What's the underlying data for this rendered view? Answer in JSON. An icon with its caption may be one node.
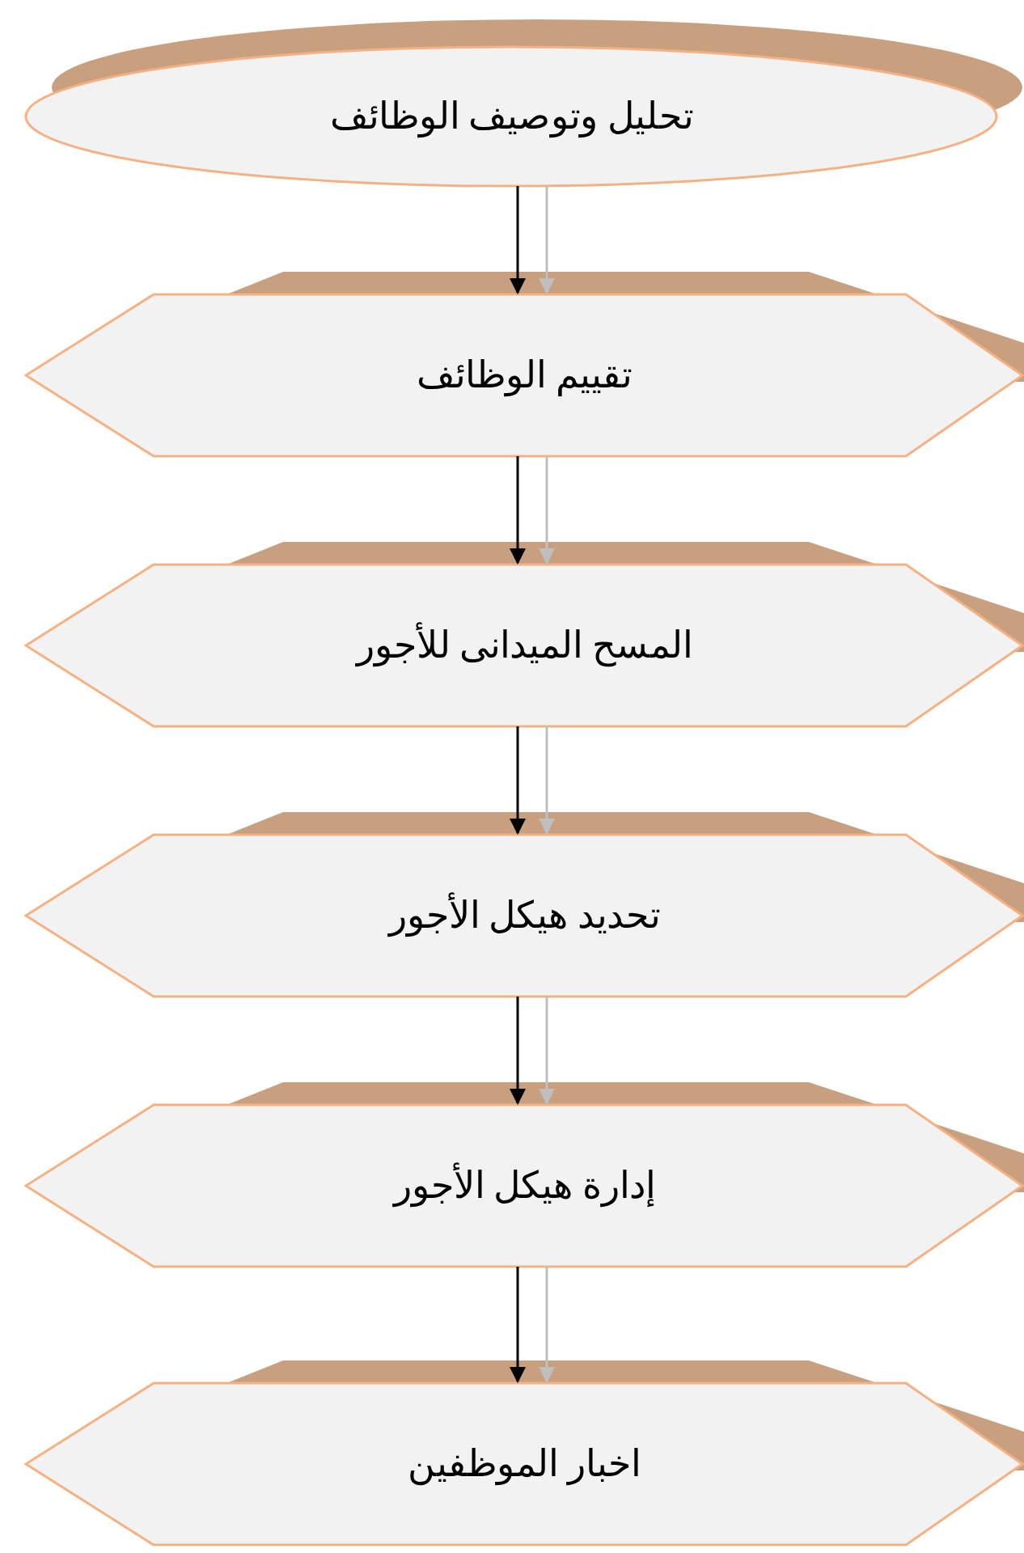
{
  "diagram": {
    "nodes": [
      {
        "text": [
          "تحليل وتوصيف الوظائف"
        ]
      },
      {
        "text": [
          "تقييم الوظائف"
        ]
      },
      {
        "text": [
          "المسح الميدانى للأجور"
        ]
      },
      {
        "text": [
          "تحديد هيكل الأجور"
        ]
      },
      {
        "text": [
          "إدارة هيكل الأجور"
        ]
      },
      {
        "text": [
          "اخبار الموظفين"
        ]
      }
    ],
    "edges": [
      {
        "from": 0,
        "to": 1,
        "arrow": "to"
      },
      {
        "from": 0,
        "to": 1,
        "arrow": "to",
        "color": "#bfbfbf"
      },
      {
        "from": 1,
        "to": 2,
        "arrow": "to"
      },
      {
        "from": 1,
        "to": 2,
        "arrow": "to",
        "color": "#bfbfbf"
      },
      {
        "from": 2,
        "to": 3,
        "arrow": "to"
      },
      {
        "from": 2,
        "to": 3,
        "arrow": "to",
        "color": "#bfbfbf"
      },
      {
        "from": 3,
        "to": 4,
        "arrow": "to"
      },
      {
        "from": 3,
        "to": 4,
        "arrow": "to",
        "color": "#bfbfbf"
      },
      {
        "from": 4,
        "to": 5,
        "arrow": "to"
      },
      {
        "from": 4,
        "to": 5,
        "arrow": "to",
        "color": "#bfbfbf"
      }
    ]
  }
}
